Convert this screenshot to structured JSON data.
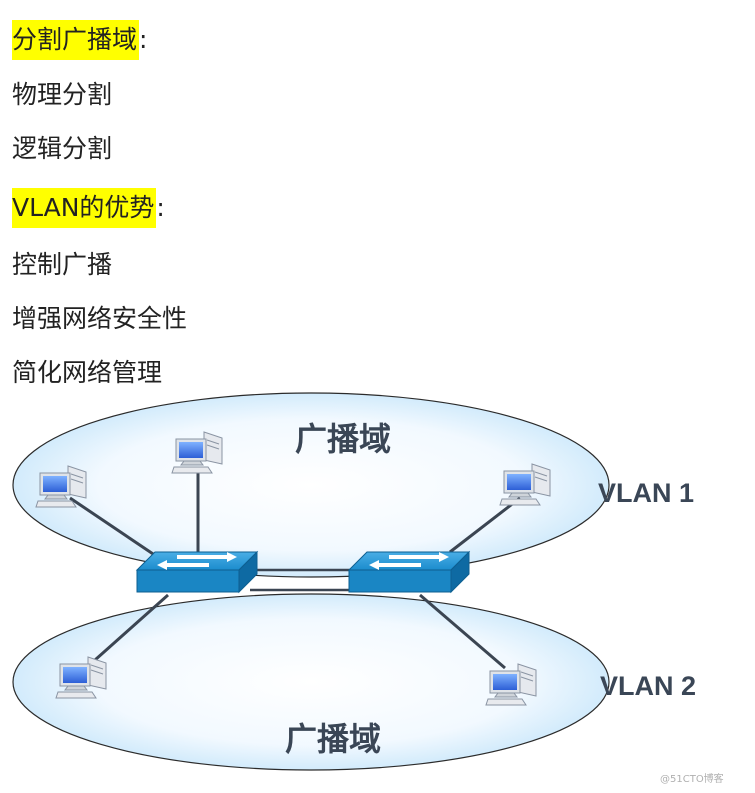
{
  "sections": [
    {
      "heading": "分割广播域",
      "items": [
        "物理分割",
        "逻辑分割"
      ]
    },
    {
      "heading": "VLAN的优势",
      "items": [
        "控制广播",
        "增强网络安全性",
        "简化网络管理"
      ]
    }
  ],
  "colon": ":",
  "diagram": {
    "broadcast_top": "广播域",
    "broadcast_bottom": "广播域",
    "vlan1": "VLAN 1",
    "vlan2": "VLAN 2",
    "watermark": "@51CTO博客"
  },
  "colors": {
    "highlight": "#ffff00",
    "switch": "#1a86c4",
    "label": "#3a4656"
  }
}
